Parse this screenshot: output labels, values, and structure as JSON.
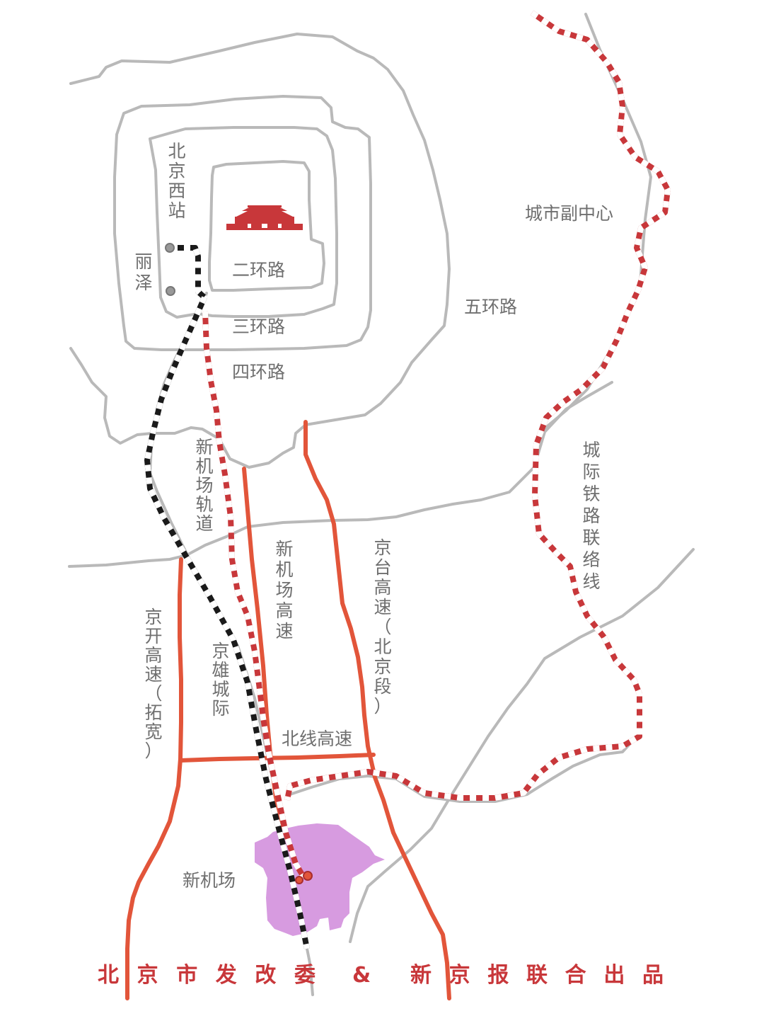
{
  "colors": {
    "road": "#b9b9b9",
    "highway": "#e2553a",
    "rail_red": "#c8373a",
    "rail_black": "#1a1a1a",
    "airport": "#d79be0",
    "label": "#6f6f6f",
    "credit": "#c8373a",
    "landmark": "#c8373a"
  },
  "icons": {
    "landmark": "tiananmen-icon",
    "station": "station-dot-icon"
  },
  "labels": {
    "beijing_west": "北京西站",
    "lize": "丽泽",
    "ring2": "二环路",
    "ring3": "三环路",
    "ring4": "四环路",
    "ring5": "五环路",
    "subcenter": "城市副中心",
    "intercity_link": "城际铁路联络线",
    "airport_rail": "新机场轨道",
    "airport_expressway": "新机场高速",
    "jingtai": "京台高速（北京段）",
    "jingkai": "京开高速（拓宽）",
    "jingxiong": "京雄城际",
    "beixian": "北线高速",
    "new_airport": "新机场"
  },
  "footer": {
    "credit_left": "北京市发改委",
    "ampersand": "&",
    "credit_right": "新京报联合出品"
  }
}
